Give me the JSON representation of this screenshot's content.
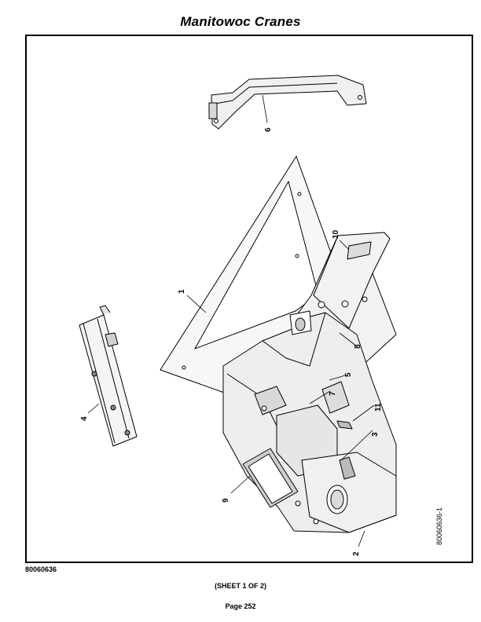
{
  "header": {
    "title": "Manitowoc Cranes"
  },
  "figure": {
    "figure_id": "80060636-1",
    "callouts": [
      {
        "id": "c1",
        "label": "1"
      },
      {
        "id": "c2",
        "label": "2"
      },
      {
        "id": "c3",
        "label": "3"
      },
      {
        "id": "c4",
        "label": "4"
      },
      {
        "id": "c5",
        "label": "5"
      },
      {
        "id": "c6",
        "label": "6"
      },
      {
        "id": "c7",
        "label": "7"
      },
      {
        "id": "c8",
        "label": "8"
      },
      {
        "id": "c9",
        "label": "9"
      },
      {
        "id": "c10",
        "label": "10"
      },
      {
        "id": "c11",
        "label": "11"
      }
    ]
  },
  "footer": {
    "doc_number": "80060636",
    "sheet": "(SHEET 1 OF 2)",
    "page": "Page 252"
  }
}
